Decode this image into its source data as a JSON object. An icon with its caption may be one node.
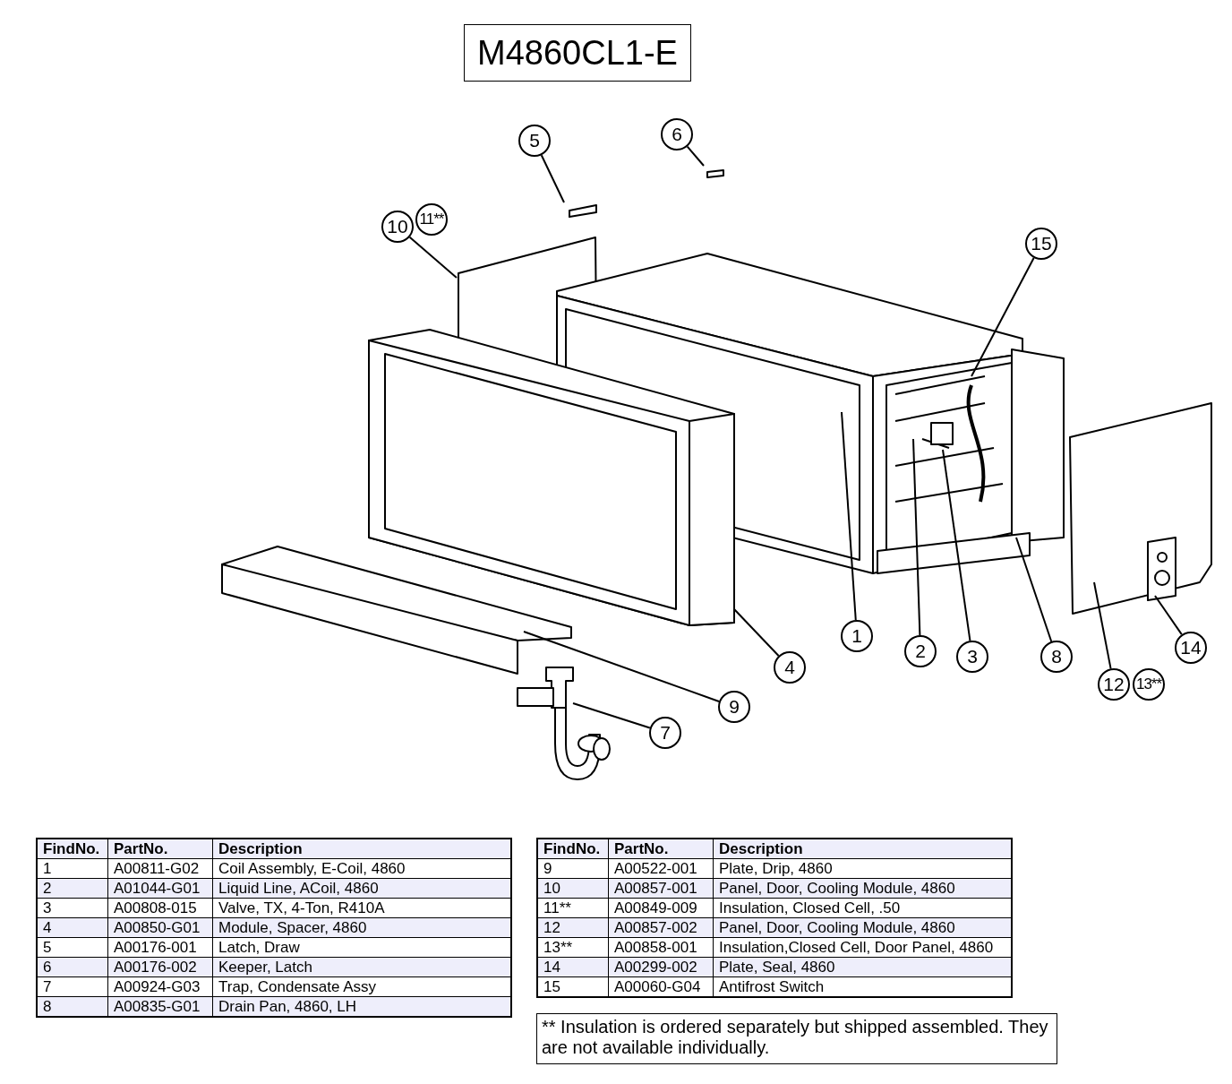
{
  "diagram": {
    "title": "M4860CL1-E",
    "nodes": [
      {
        "text": [
          "5"
        ]
      },
      {
        "text": [
          "6"
        ]
      },
      {
        "text": [
          "10"
        ]
      },
      {
        "text": [
          "11**"
        ]
      },
      {
        "text": [
          "15"
        ]
      },
      {
        "text": [
          "1"
        ]
      },
      {
        "text": [
          "2"
        ]
      },
      {
        "text": [
          "3"
        ]
      },
      {
        "text": [
          "8"
        ]
      },
      {
        "text": [
          "14"
        ]
      },
      {
        "text": [
          "4"
        ]
      },
      {
        "text": [
          "12"
        ]
      },
      {
        "text": [
          "13**"
        ]
      },
      {
        "text": [
          "9"
        ]
      },
      {
        "text": [
          "7"
        ]
      }
    ],
    "edges": [
      {
        "from": 0,
        "to": null,
        "arrow": "none"
      },
      {
        "from": 1,
        "to": null,
        "arrow": "none"
      },
      {
        "from": 2,
        "to": null,
        "arrow": "none"
      },
      {
        "from": 4,
        "to": null,
        "arrow": "none"
      },
      {
        "from": 5,
        "to": null,
        "arrow": "none"
      },
      {
        "from": 6,
        "to": null,
        "arrow": "none"
      },
      {
        "from": 7,
        "to": null,
        "arrow": "none"
      },
      {
        "from": 8,
        "to": null,
        "arrow": "none"
      },
      {
        "from": 9,
        "to": null,
        "arrow": "none"
      },
      {
        "from": 10,
        "to": null,
        "arrow": "none"
      },
      {
        "from": 11,
        "to": null,
        "arrow": "none"
      },
      {
        "from": 13,
        "to": null,
        "arrow": "none"
      },
      {
        "from": 14,
        "to": null,
        "arrow": "none"
      }
    ],
    "labels": [
      "FindNo.",
      "PartNo.",
      "Description",
      "1",
      "A00811-G02",
      "Coil Assembly, E-Coil, 4860",
      "2",
      "A01044-G01",
      "Liquid Line, ACoil, 4860",
      "3",
      "A00808-015",
      "Valve, TX, 4-Ton, R410A",
      "4",
      "A00850-G01",
      "Module, Spacer, 4860",
      "5",
      "A00176-001",
      "Latch, Draw",
      "6",
      "A00176-002",
      "Keeper, Latch",
      "7",
      "A00924-G03",
      "Trap, Condensate Assy",
      "8",
      "A00835-G01",
      "Drain Pan, 4860, LH",
      "FindNo.",
      "PartNo.",
      "Description",
      "9",
      "A00522-001",
      "Plate, Drip, 4860",
      "10",
      "A00857-001",
      "Panel, Door, Cooling Module, 4860",
      "11**",
      "A00849-009",
      "Insulation, Closed Cell, .50",
      "12",
      "A00857-002",
      "Panel, Door, Cooling Module, 4860",
      "13**",
      "A00858-001",
      "Insulation,Closed Cell, Door Panel, 4860",
      "14",
      "A00299-002",
      "Plate, Seal, 4860",
      "15",
      "A00060-G04",
      "Antifrost Switch",
      "** Insulation is ordered separately but shipped assembled. They are not available individually."
    ]
  }
}
